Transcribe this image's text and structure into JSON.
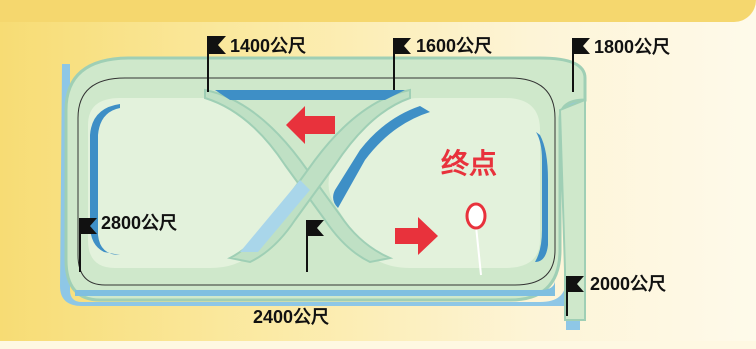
{
  "map": {
    "markers": [
      {
        "id": "1400",
        "label": "1400公尺"
      },
      {
        "id": "1600",
        "label": "1600公尺"
      },
      {
        "id": "1800",
        "label": "1800公尺"
      },
      {
        "id": "2000",
        "label": "2000公尺"
      },
      {
        "id": "2400",
        "label": "2400公尺"
      },
      {
        "id": "2800",
        "label": "2800公尺"
      }
    ],
    "finish": {
      "label": "终点"
    },
    "colors": {
      "track": "#cde7c9",
      "track_edge": "#9fcfb5",
      "water": "#3e8fc6",
      "water_light": "#a9d6ea",
      "arrow": "#e8323c",
      "flag": "#111111",
      "finish_ring": "#e8323c",
      "background_start": "#f7dc74",
      "background_end": "#fefaea"
    },
    "icons": {
      "distance_marker": "flag-icon",
      "direction": "arrow-icon",
      "finish": "finish-post-icon"
    }
  }
}
